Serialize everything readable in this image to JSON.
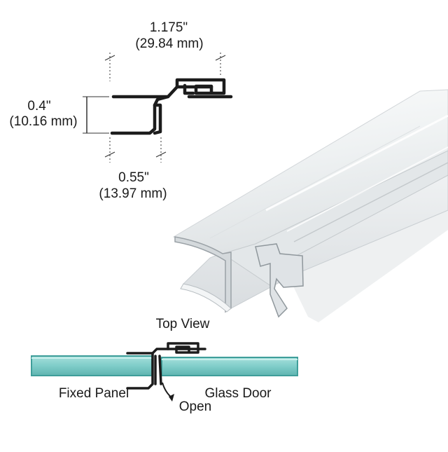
{
  "dimensions": {
    "overall_width_in": "1.175\"",
    "overall_width_mm": "(29.84 mm)",
    "height_in": "0.4\"",
    "height_mm": "(10.16 mm)",
    "channel_width_in": "0.55\"",
    "channel_width_mm": "(13.97 mm)"
  },
  "top_view": {
    "title": "Top View",
    "left_label": "Fixed Panel",
    "right_label": "Glass Door",
    "arrow_label": "Open"
  },
  "colors": {
    "profile_stroke": "#1c1c1c",
    "glass_fill": "#7fcdc9",
    "glass_edge": "#3f9e9a",
    "seal_fill": "#e9ecee"
  }
}
